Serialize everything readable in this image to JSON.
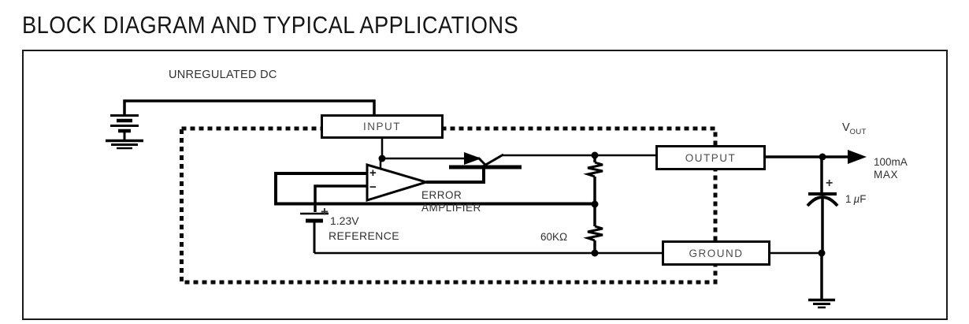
{
  "title": "BLOCK DIAGRAM AND TYPICAL APPLICATIONS",
  "labels": {
    "unregulated_dc": "UNREGULATED DC",
    "input": "INPUT",
    "output": "OUTPUT",
    "ground": "GROUND",
    "error_line1": "ERROR",
    "error_line2": "AMPLIFIER",
    "opamp_plus": "+",
    "opamp_minus": "−",
    "ref_plus": "+",
    "ref_voltage": "1.23V",
    "ref_label": "REFERENCE",
    "resistor_value": "60KΩ",
    "vout_v": "V",
    "vout_sub": "OUT",
    "max_current": "100mA",
    "max_word": "MAX",
    "cap_plus": "+",
    "cap_value_num": "1",
    "cap_value_mu": "µ",
    "cap_value_unit": "F"
  },
  "colors": {
    "wire": "#000000",
    "text": "#303030",
    "box_text": "#4d4d4d",
    "background": "#ffffff"
  }
}
